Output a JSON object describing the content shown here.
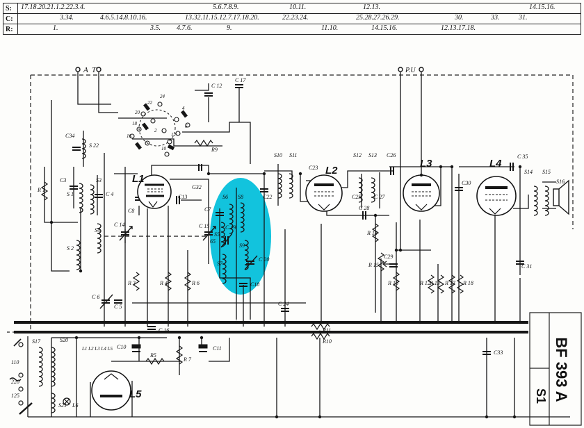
{
  "index_rows": [
    {
      "label": "S:",
      "groups": [
        {
          "text": "17.18.20.21.1.2.22.3.4."
        },
        {
          "text": "5.6.7.8.9."
        },
        {
          "text": "10.11."
        },
        {
          "text": "12.13."
        },
        {
          "text": "14.15.16."
        }
      ]
    },
    {
      "label": "C:",
      "groups": [
        {
          "text": "3.34."
        },
        {
          "text": "4.6.5.14.8.10.16."
        },
        {
          "text": "13.32.11.15.12.7.17.18.20."
        },
        {
          "text": "22.23.24."
        },
        {
          "text": "25.28.27.26.29."
        },
        {
          "text": "30."
        },
        {
          "text": "33."
        },
        {
          "text": "31."
        }
      ]
    },
    {
      "label": "R:",
      "groups": [
        {
          "text": "1."
        },
        {
          "text": "3.5."
        },
        {
          "text": "4.7.6."
        },
        {
          "text": "9."
        },
        {
          "text": "11.10."
        },
        {
          "text": "14.15.16."
        },
        {
          "text": "12.13.17.18."
        }
      ]
    }
  ],
  "terminals": {
    "antenna": "A",
    "earth": "T",
    "pu": "P.U"
  },
  "tubes": {
    "l1": "L1",
    "l2": "L2",
    "l3": "L3",
    "l4": "L4",
    "l5": "L5"
  },
  "labels": {
    "s1": "S 1",
    "r1": "R 1",
    "c34": "C34",
    "s22": "S 22",
    "c3": "C3",
    "s3": "S3",
    "c4": "C 4",
    "s4": "S4",
    "s2": "S 2",
    "c12": "C 12",
    "c17": "C 17",
    "r9": "R9",
    "s10": "S10",
    "s11": "S11",
    "c22": "C22",
    "c23": "C23",
    "s12": "S12",
    "s13": "S13",
    "c26": "C26",
    "c25": "C25",
    "c27": "C 27",
    "c28": "C 28",
    "c35": "C 35",
    "s14": "S14",
    "s15": "S15",
    "s16": "S16",
    "c8": "C8",
    "c13": "C13",
    "c32": "G32",
    "c7": "C7",
    "s6": "S6",
    "s8": "S8",
    "c14": "C 14",
    "c15": "C 15",
    "s5": "S5",
    "s7": "S7",
    "s9": "S9",
    "c20": "C 20",
    "c18": "C18",
    "c5": "C 5",
    "c6": "C 6",
    "r3": "R 3",
    "r4": "R 4",
    "r6": "R 6",
    "c16": "C 16",
    "c24": "C 24",
    "r14": "R 14",
    "r15": "R 15",
    "r16": "R 16",
    "c29": "C29",
    "c30": "C30",
    "c31": "C 31",
    "r12": "R 12",
    "r13": "R 13",
    "r17": "R 17",
    "r18": "R 18",
    "r11": "R11",
    "r10": "R10",
    "s17": "S17",
    "s20": "S20",
    "c10": "C10",
    "c11": "C11",
    "r5": "R5",
    "r7": "R 7",
    "c33": "C33",
    "s21": "S21",
    "heater_taps": "L1 L2 L3 L4 L5",
    "l6": "L6",
    "c19": "C 19",
    "c65": "65",
    "mains_110": "110",
    "mains_125": "125",
    "mains_220": "220"
  },
  "model_label": "BF 393 A",
  "sheet_label": "S1",
  "highlight_color": "#12c3dd",
  "ink_color": "#161616"
}
